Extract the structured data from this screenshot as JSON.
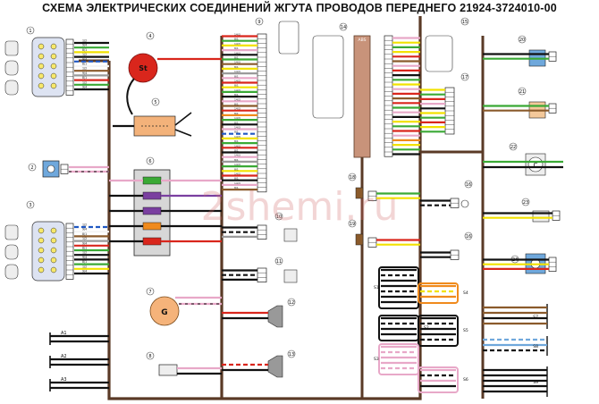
{
  "title": "СХЕМА ЭЛЕКТРИЧЕСКИХ СОЕДИНЕНИЙ ЖГУТА ПРОВОДОВ ПЕРЕДНЕГО 21924-3724010-00",
  "watermark": "2shemi.ru",
  "components": {
    "c1": "1",
    "c2": "2",
    "c3": "3",
    "c4": "4",
    "c5": "5",
    "c6": "6",
    "c7": "7",
    "c8": "8",
    "c9": "9",
    "c10": "10",
    "c11": "11",
    "c12": "12",
    "c13": "13",
    "c14": "14",
    "c15": "15",
    "c16": "16",
    "c17": "17",
    "c18": "18",
    "c19": "19",
    "c20": "20",
    "c21": "21",
    "c22": "22",
    "c23": "23",
    "c24": "24"
  },
  "labels": {
    "starter": "St",
    "generator": "G",
    "compressor": "C",
    "abs": "ABS",
    "a1": "A1",
    "a2": "A2",
    "a3": "A3",
    "s1": "S1",
    "s2": "S2",
    "s3": "S3",
    "s4": "S4",
    "s5": "S5",
    "s6": "S6",
    "s7": "S7",
    "s8": "S8",
    "s9": "S9"
  },
  "colors": {
    "frame": "#5a3a26",
    "red": "#d9261c",
    "yellow": "#f2e200",
    "green": "#3aa935",
    "blue": "#1f57c3",
    "pink": "#e8a8c8",
    "brown": "#8a5a2b",
    "orange": "#f08a1c",
    "violet": "#7a3fa0",
    "black": "#111111",
    "gray": "#9a9a9a",
    "lightblue": "#6fa8dc",
    "white": "#f4f4f4"
  }
}
